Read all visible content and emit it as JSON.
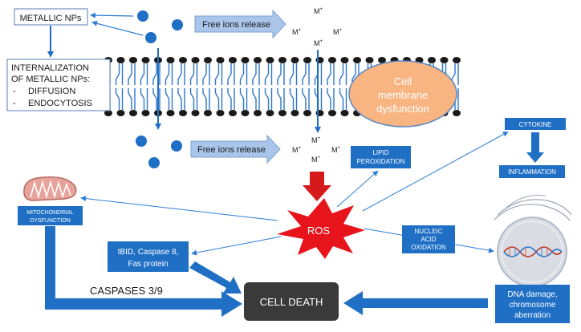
{
  "labels": {
    "metallic_nps": "METALLIC NPs",
    "internalization_line1": "INTERNALIZATION",
    "internalization_line2": "OF METALLIC NPs:",
    "diffusion": "DIFFUSION",
    "endocytosis": "ENDOCYTOSIS",
    "dash": "-",
    "free_ions_top": "Free ions release",
    "free_ions_bottom": "Free ions release",
    "ion": "M",
    "ion_charge": "+",
    "cell_membrane_line1": "Cell",
    "cell_membrane_line2": "membrane",
    "cell_membrane_line3": "dysfunction",
    "lipid_line1": "LIPID",
    "lipid_line2": "PEROXIDATION",
    "cytokine": "CYTOKINE",
    "inflammation": "INFLAMMATION",
    "mito_line1": "MITOCHONDRIAL",
    "mito_line2": "DYSFUNCTION",
    "ros": "ROS",
    "nucleic_line1": "NUCLEIC",
    "nucleic_line2": "ACID",
    "nucleic_line3": "OXIDATION",
    "tbid_line1": "tBID, Caspase 8,",
    "tbid_line2": "Fas protein",
    "caspases": "CASPASES 3/9",
    "cell_death": "CELL DEATH",
    "dna_line1": "DNA damage,",
    "dna_line2": "chromosome",
    "dna_line3": "aberration"
  },
  "colors": {
    "blue_box": "#1f6fc5",
    "arrow_blue": "#1f6fc5",
    "np_dot": "#1f6fc5",
    "free_ion_arrow": "#a9c6ea",
    "membrane_head": "#1a1a1a",
    "membrane_tail": "#2e74c9",
    "oval_fill": "#f8b582",
    "oval_stroke": "#5a86c4",
    "ros_fill": "#e8141b",
    "ros_arrow": "#d41a1a",
    "cell_death_box": "#3a3a3a",
    "mito_fill": "#e7a39a",
    "nucleus_fill": "#d9dde3"
  },
  "icons": {
    "mitochondrion": "mitochondrion-icon",
    "nucleus": "cell-nucleus-icon",
    "dna": "dna-helix-icon"
  }
}
